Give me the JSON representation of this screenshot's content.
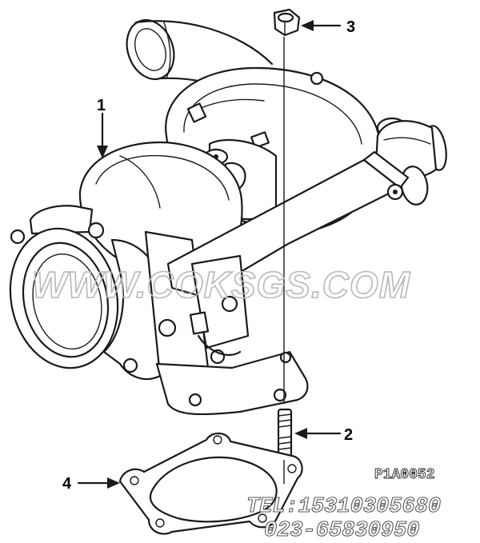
{
  "diagram": {
    "callouts": [
      {
        "number": "1",
        "part": "turbocharger-assembly"
      },
      {
        "number": "2",
        "part": "stud"
      },
      {
        "number": "3",
        "part": "hex-nut"
      },
      {
        "number": "4",
        "part": "gasket"
      }
    ],
    "reference_code": "P1A0052",
    "watermark": "WWW.COKSGS.COM",
    "contact": {
      "tel": "TEL:15310305680",
      "phone": "023-65830950"
    }
  }
}
